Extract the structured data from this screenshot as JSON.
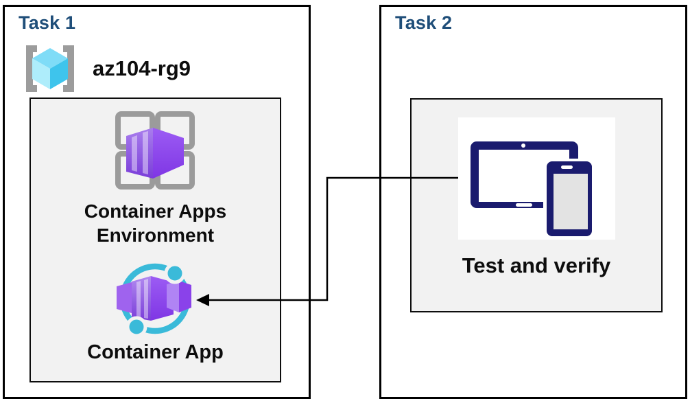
{
  "task1": {
    "title": "Task 1",
    "resource_group_name": "az104-rg9",
    "environment_label_lines": [
      "Container Apps",
      "Environment"
    ],
    "container_app_label": "Container App"
  },
  "task2": {
    "title": "Task 2",
    "test_label": "Test and verify"
  },
  "connector": {
    "from": "Test and verify",
    "to": "Container App",
    "style": "elbow-arrow-left"
  },
  "icons": {
    "resource_group": "resource-group-icon",
    "container_apps_environment": "container-apps-environment-icon",
    "container_app": "container-app-icon",
    "devices": "devices-icon"
  },
  "colors": {
    "task_title": "#1F4E79",
    "outer_border": "#000000",
    "inner_box_bg": "#F2F2F2",
    "inner_box_border": "#0D0D0D",
    "label_text": "#0D0D0D",
    "purple_container": "#8A4FE8",
    "cyan_accent": "#3ABAD9",
    "rg_cube_cyan": "#4FC8EE",
    "bracket_gray": "#9C9C9C",
    "device_navy": "#1A1B6E"
  }
}
